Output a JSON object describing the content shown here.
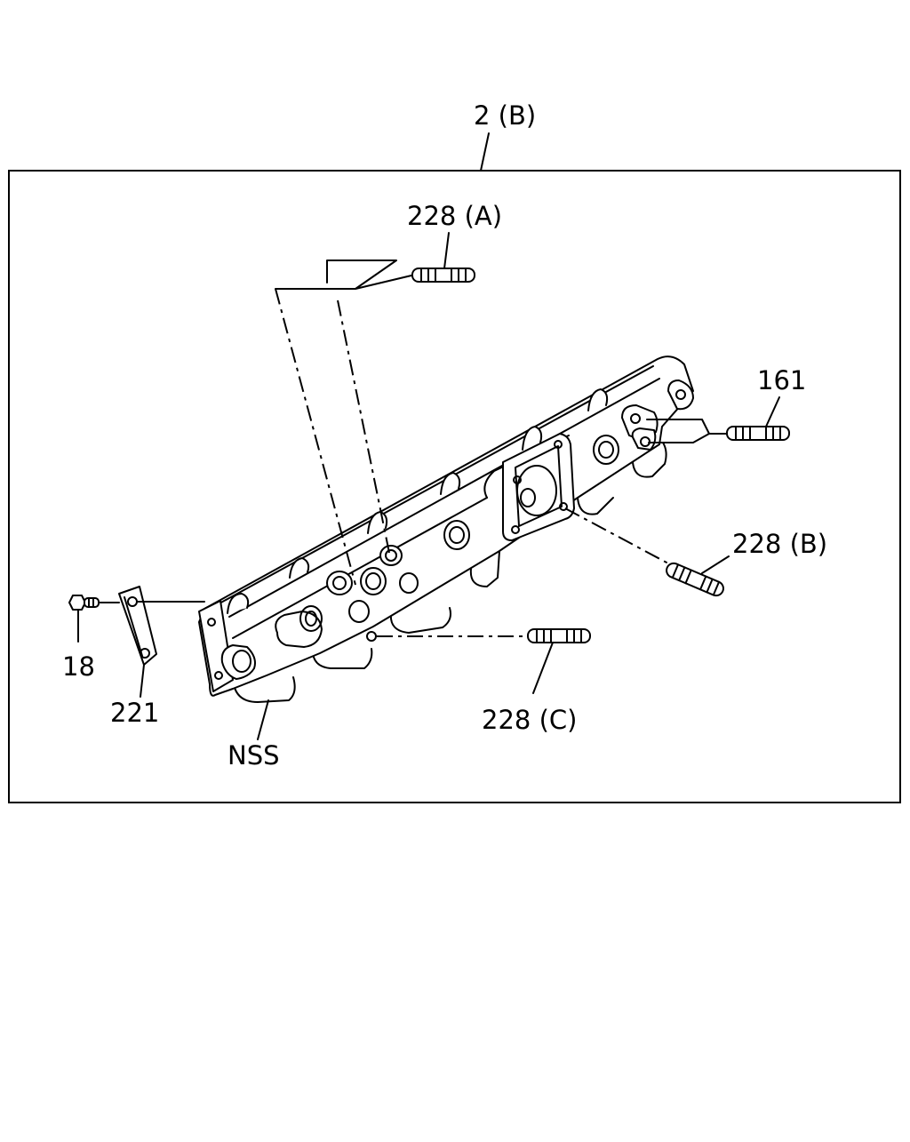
{
  "diagram": {
    "labels": {
      "assembly": "2 (B)",
      "stud_a": "228 (A)",
      "stud_161": "161",
      "stud_b": "228 (B)",
      "stud_c": "228 (C)",
      "bolt": "18",
      "plate": "221",
      "manifold": "NSS"
    }
  }
}
